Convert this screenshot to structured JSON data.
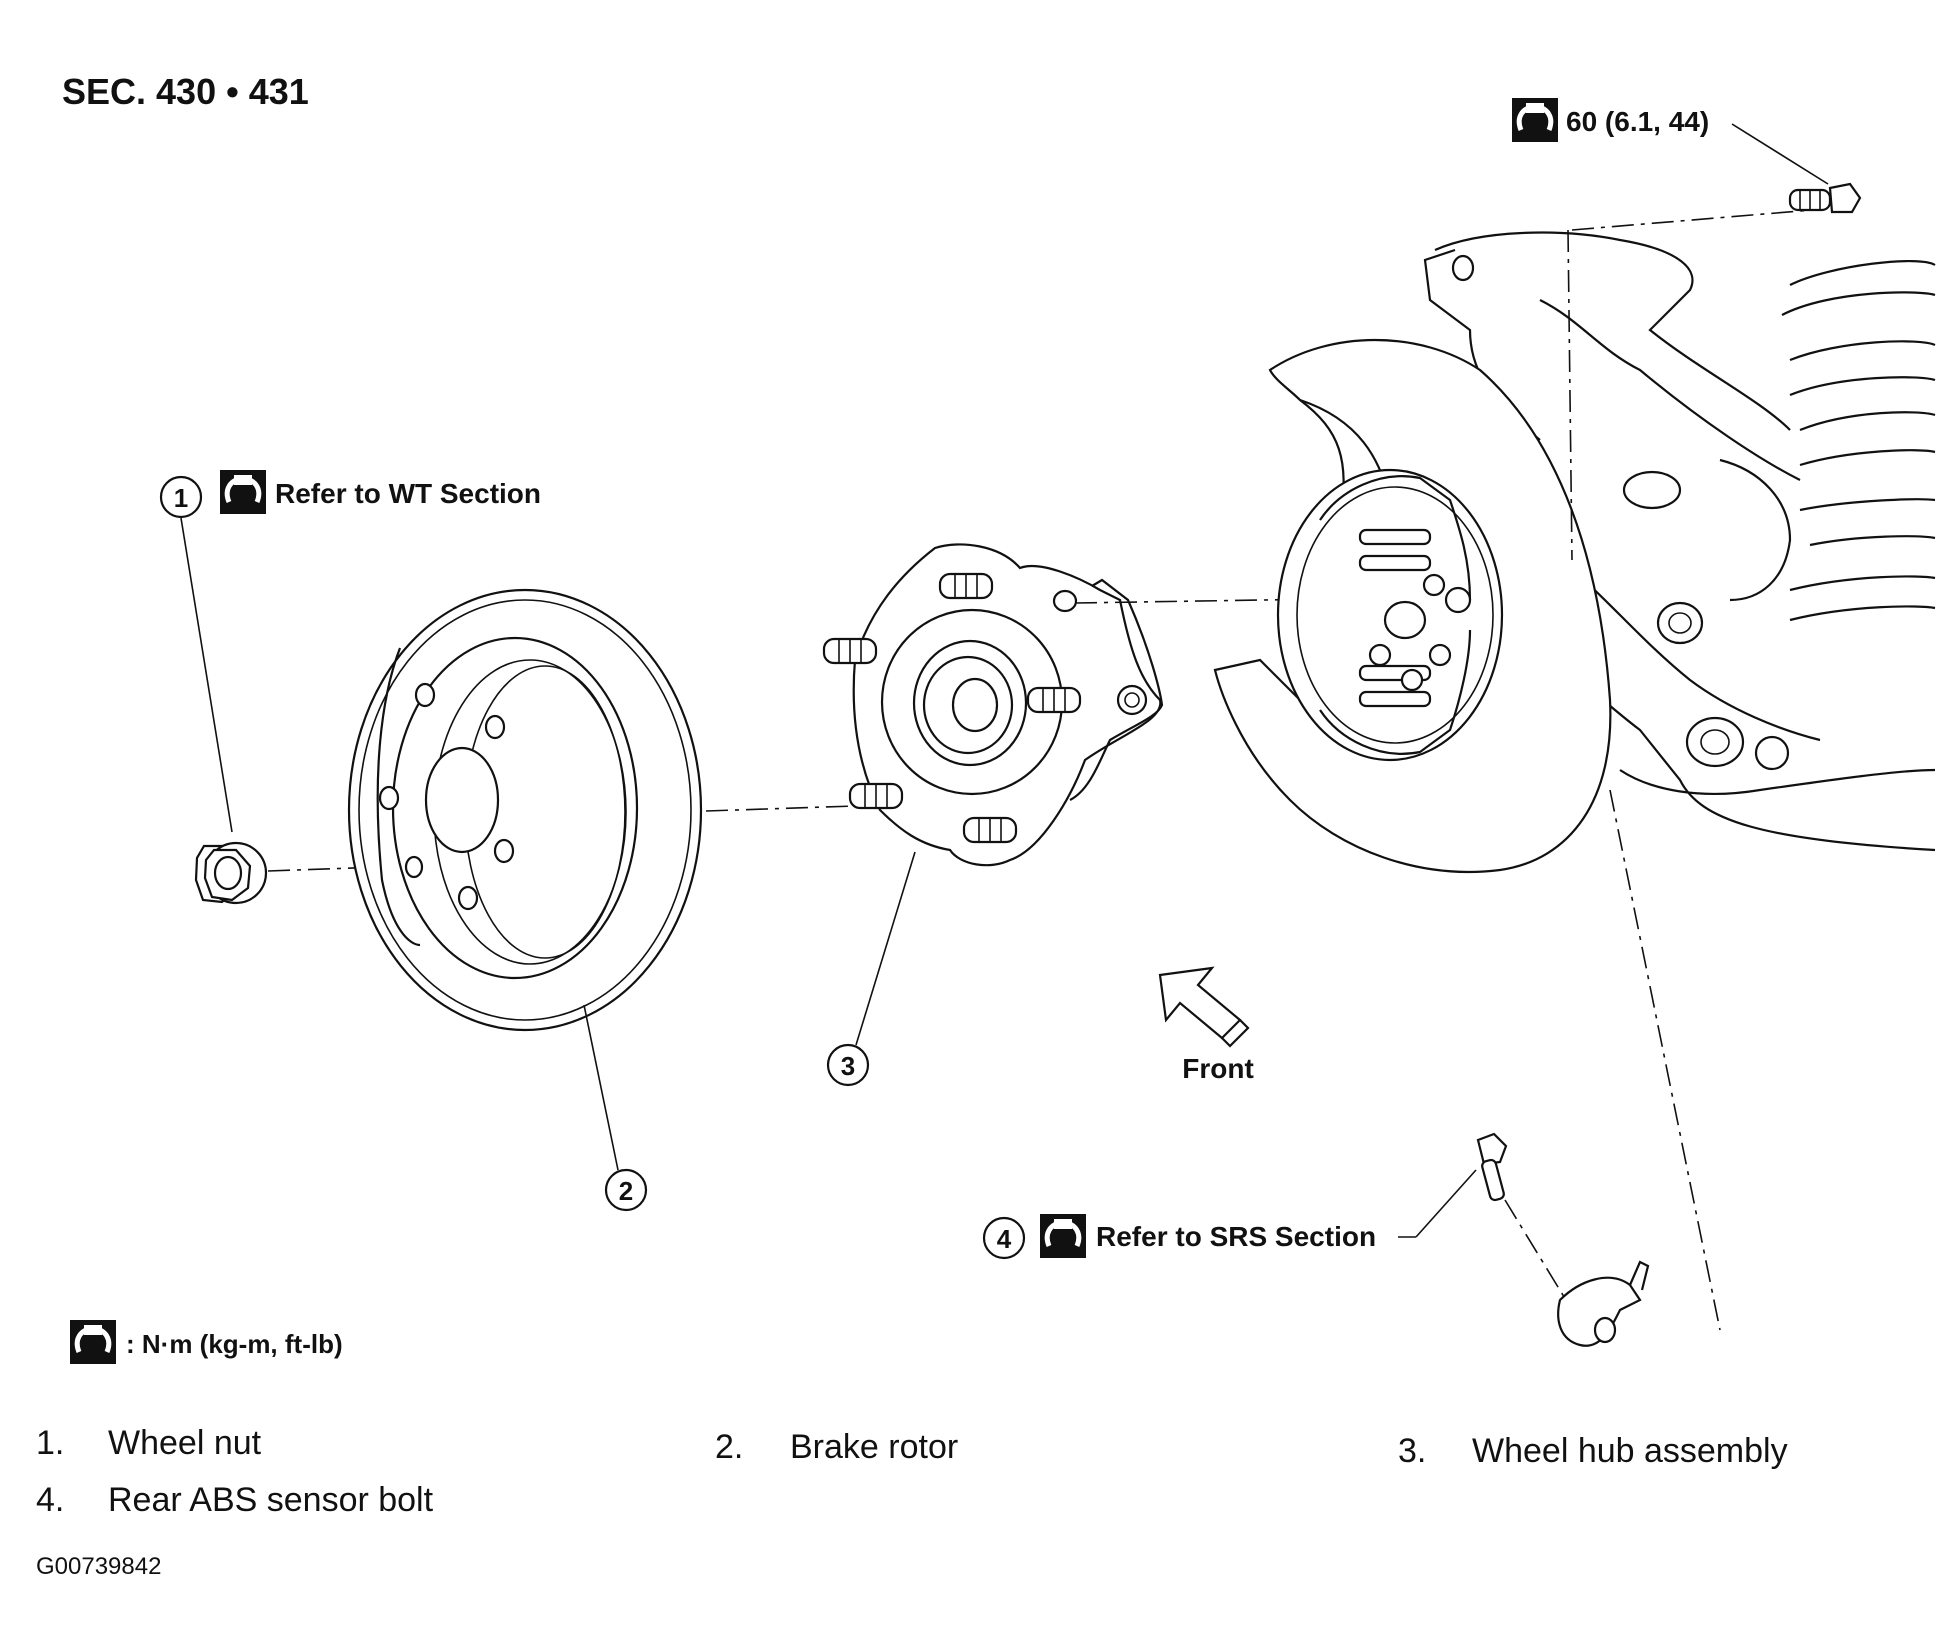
{
  "section_title": "SEC. 430 • 431",
  "callouts": [
    {
      "num": "1",
      "text": "Refer to WT Section"
    },
    {
      "num": "2"
    },
    {
      "num": "3"
    },
    {
      "num": "4",
      "text": "Refer to SRS Section"
    }
  ],
  "torque_top": "60 (6.1, 44)",
  "front_label": "Front",
  "legend_units": ": N·m (kg-m, ft-lb)",
  "parts": [
    {
      "num": "1.",
      "name": "Wheel nut"
    },
    {
      "num": "2.",
      "name": "Brake rotor"
    },
    {
      "num": "3.",
      "name": "Wheel hub assembly"
    },
    {
      "num": "4.",
      "name": "Rear ABS sensor bolt"
    }
  ],
  "figure_id": "G00739842",
  "icons": [
    "torque-wrench-icon",
    "front-direction-arrow-icon"
  ]
}
